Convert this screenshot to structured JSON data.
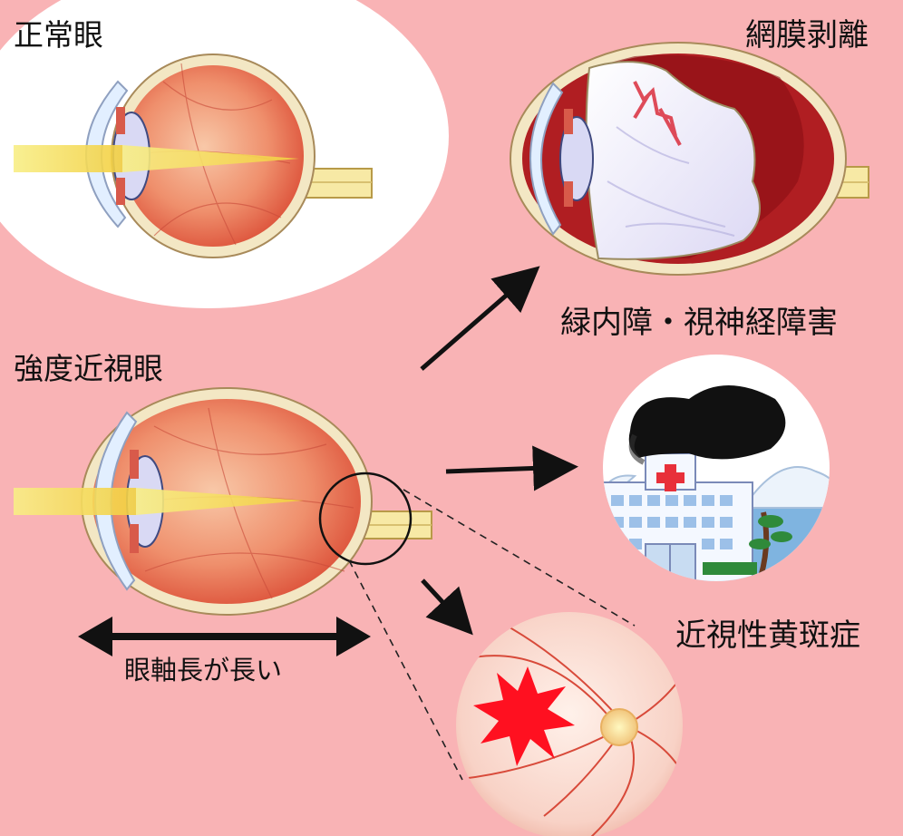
{
  "labels": {
    "normal_eye": "正常眼",
    "high_myopia": "強度近視眼",
    "retinal_detachment": "網膜剥離",
    "glaucoma": "緑内障・視神経障害",
    "myopic_maculopathy": "近視性黄斑症",
    "axial_length": "眼軸長が長い"
  },
  "colors": {
    "background": "#f9b3b5",
    "light_beam": "#f5e86a",
    "eye_interior": "#e65a3c",
    "sclera": "#f7f0c8",
    "hemorrhage": "#ff1020"
  },
  "icons": {
    "hospital": "hospital-icon",
    "hemorrhage": "starburst-icon",
    "visual_field_defect": "dark-cloud-icon"
  }
}
